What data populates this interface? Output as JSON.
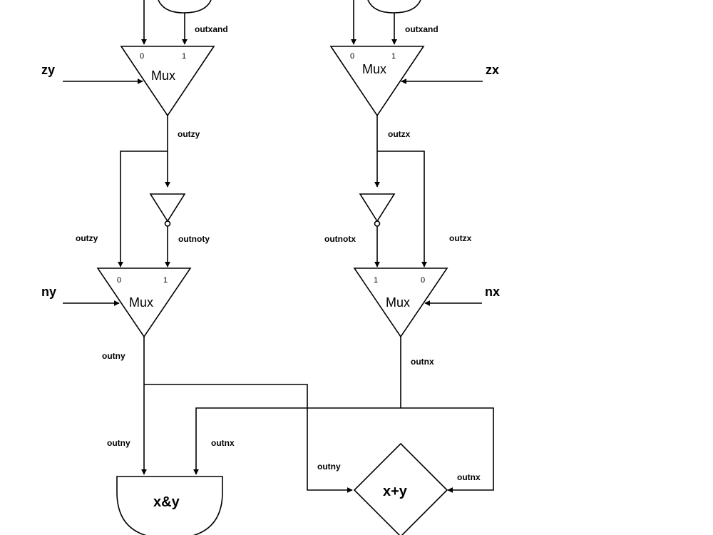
{
  "inputs": {
    "zy": "zy",
    "zx": "zx",
    "ny": "ny",
    "nx": "nx"
  },
  "mux_label": "Mux",
  "pins": {
    "zero": "0",
    "one": "1"
  },
  "wires": {
    "outxand": "outxand",
    "outzy": "outzy",
    "outzx": "outzx",
    "outnoty": "outnoty",
    "outnotx": "outnotx",
    "outny": "outny",
    "outnx": "outnx"
  },
  "ops": {
    "and": "x&y",
    "add": "x+y"
  }
}
